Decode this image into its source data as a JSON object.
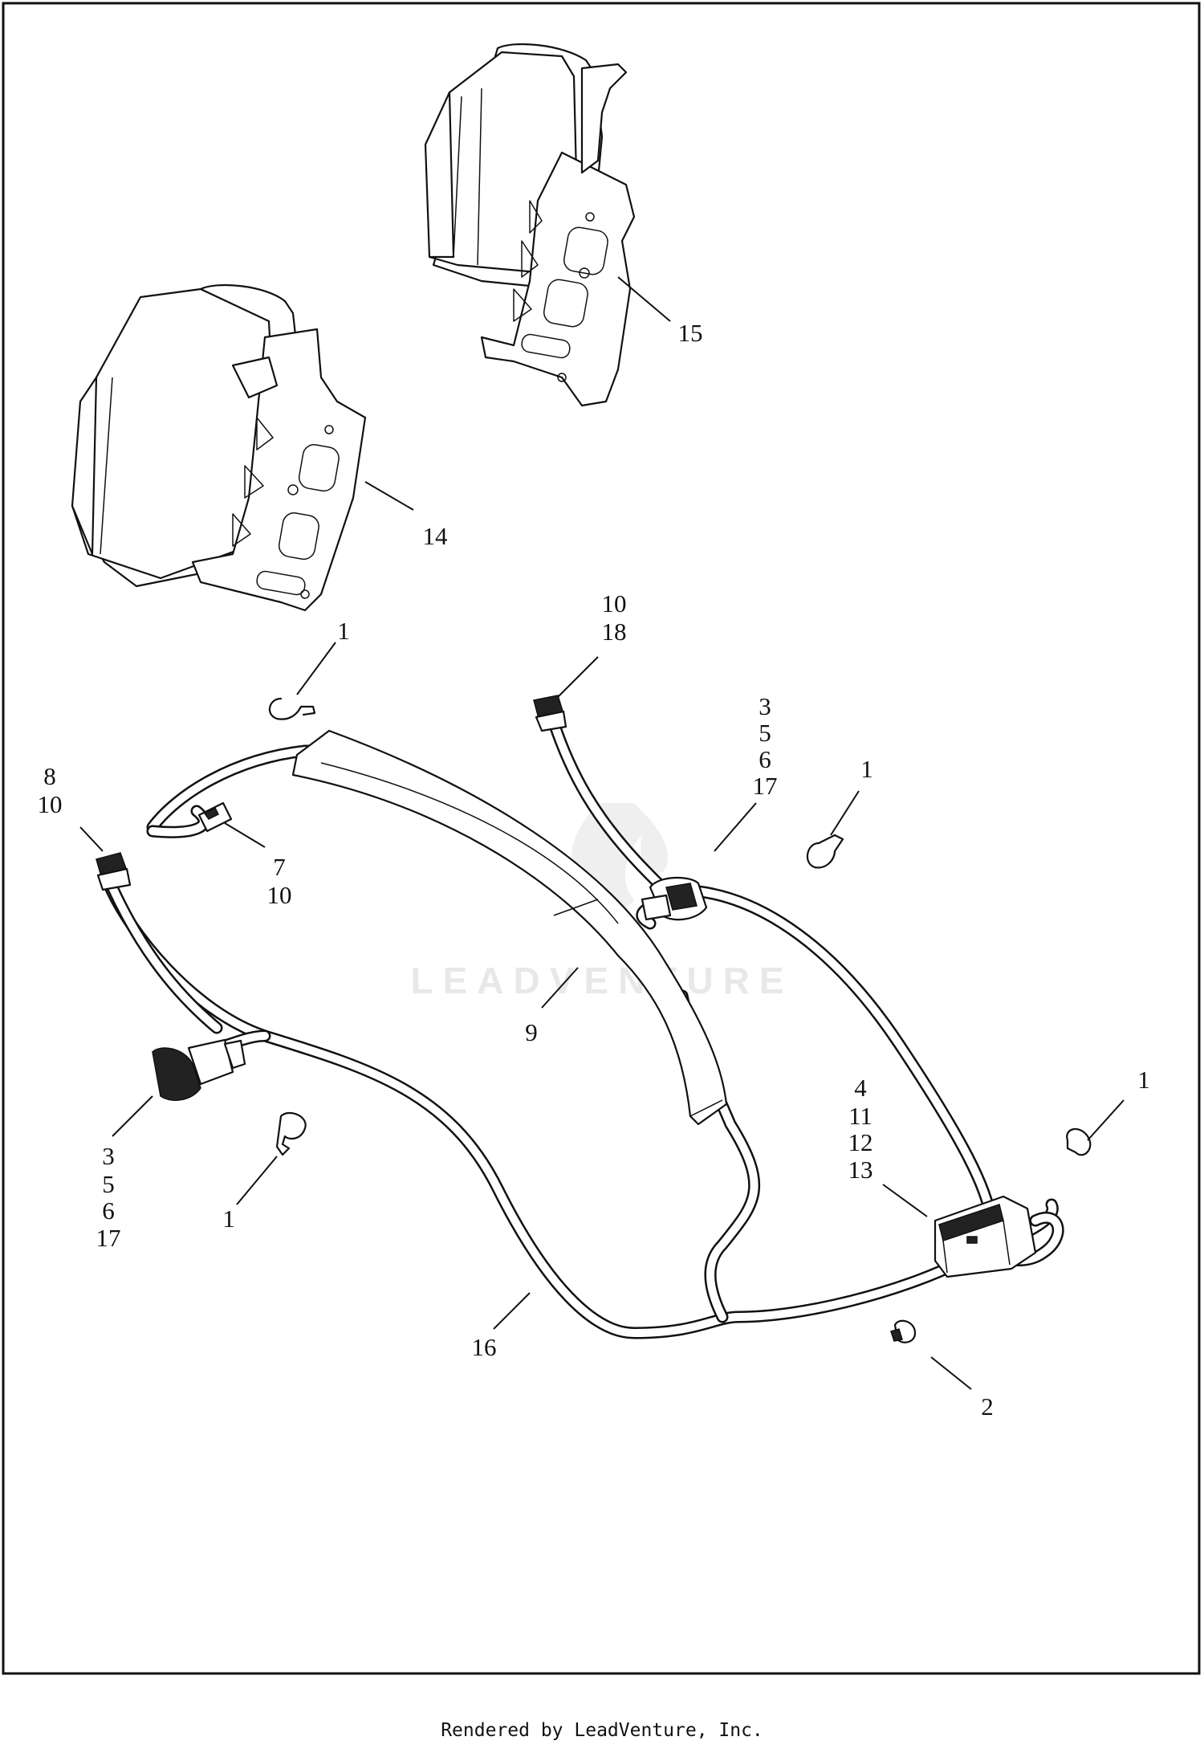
{
  "watermark": {
    "text": "LEADVENTURE"
  },
  "callouts": {
    "c15": "15",
    "c14": "14",
    "c1_top": "1",
    "c10_18": [
      "10",
      "18"
    ],
    "c3_5_6_17_right": [
      "3",
      "5",
      "6",
      "17"
    ],
    "c1_right_upper": "1",
    "c8_10": [
      "8",
      "10"
    ],
    "c7_10": [
      "7",
      "10"
    ],
    "c9": "9",
    "c1_far_right": "1",
    "c4_11_12_13": [
      "4",
      "11",
      "12",
      "13"
    ],
    "c3_5_6_17_left": [
      "3",
      "5",
      "6",
      "17"
    ],
    "c1_left_lower": "1",
    "c16": "16",
    "c2": "2"
  },
  "footer": {
    "text": "Rendered by LeadVenture, Inc."
  }
}
